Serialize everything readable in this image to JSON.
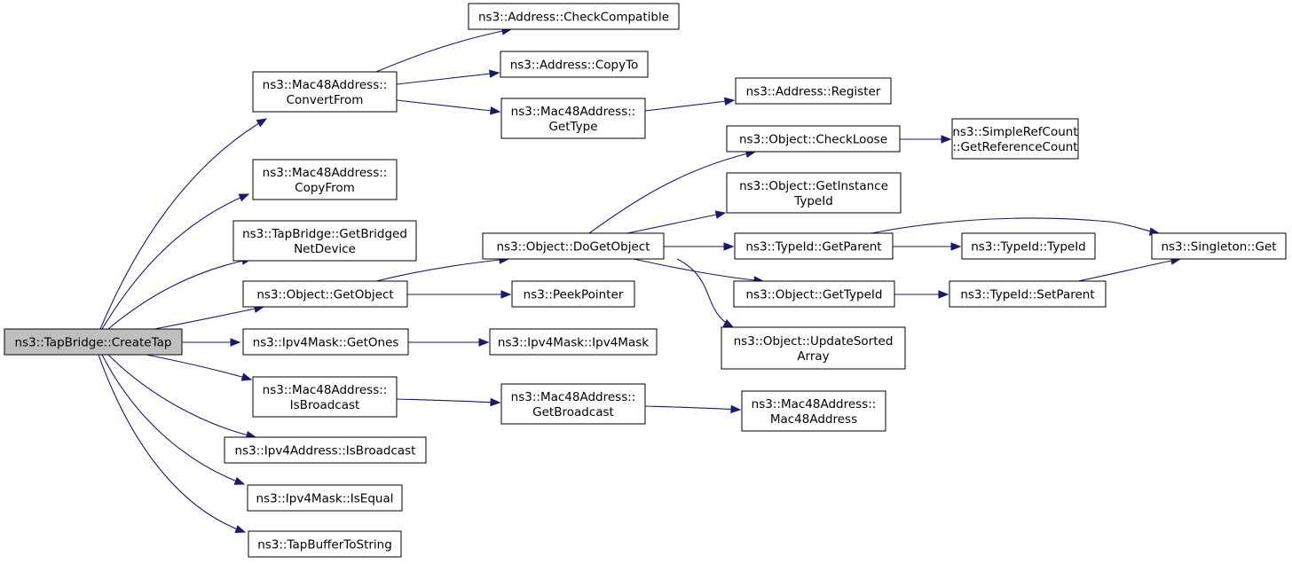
{
  "graph": {
    "nodes": [
      {
        "id": "createtap",
        "lines": [
          "ns3::TapBridge::CreateTap"
        ],
        "root": true
      },
      {
        "id": "convertfrom",
        "lines": [
          "ns3::Mac48Address::",
          "ConvertFrom"
        ]
      },
      {
        "id": "copyfrom",
        "lines": [
          "ns3::Mac48Address::",
          "CopyFrom"
        ]
      },
      {
        "id": "getbridged",
        "lines": [
          "ns3::TapBridge::GetBridged",
          "NetDevice"
        ]
      },
      {
        "id": "getobject",
        "lines": [
          "ns3::Object::GetObject"
        ]
      },
      {
        "id": "getones",
        "lines": [
          "ns3::Ipv4Mask::GetOnes"
        ]
      },
      {
        "id": "isbroadcast_mac",
        "lines": [
          "ns3::Mac48Address::",
          "IsBroadcast"
        ]
      },
      {
        "id": "isbroadcast_ipv4",
        "lines": [
          "ns3::Ipv4Address::IsBroadcast"
        ]
      },
      {
        "id": "isequal",
        "lines": [
          "ns3::Ipv4Mask::IsEqual"
        ]
      },
      {
        "id": "tapbuffer",
        "lines": [
          "ns3::TapBufferToString"
        ]
      },
      {
        "id": "checkcompat",
        "lines": [
          "ns3::Address::CheckCompatible"
        ]
      },
      {
        "id": "copyto",
        "lines": [
          "ns3::Address::CopyTo"
        ]
      },
      {
        "id": "gettype",
        "lines": [
          "ns3::Mac48Address::",
          "GetType"
        ]
      },
      {
        "id": "register",
        "lines": [
          "ns3::Address::Register"
        ]
      },
      {
        "id": "dogetobject",
        "lines": [
          "ns3::Object::DoGetObject"
        ]
      },
      {
        "id": "peekpointer",
        "lines": [
          "ns3::PeekPointer"
        ]
      },
      {
        "id": "ipv4mask",
        "lines": [
          "ns3::Ipv4Mask::Ipv4Mask"
        ]
      },
      {
        "id": "getbroadcast",
        "lines": [
          "ns3::Mac48Address::",
          "GetBroadcast"
        ]
      },
      {
        "id": "mac48ctor",
        "lines": [
          "ns3::Mac48Address::",
          "Mac48Address"
        ]
      },
      {
        "id": "checkloose",
        "lines": [
          "ns3::Object::CheckLoose"
        ]
      },
      {
        "id": "getinstance",
        "lines": [
          "ns3::Object::GetInstance",
          "TypeId"
        ]
      },
      {
        "id": "getparent",
        "lines": [
          "ns3::TypeId::GetParent"
        ]
      },
      {
        "id": "gettypeid",
        "lines": [
          "ns3::Object::GetTypeId"
        ]
      },
      {
        "id": "updatesorted",
        "lines": [
          "ns3::Object::UpdateSorted",
          "Array"
        ]
      },
      {
        "id": "getrefcount",
        "lines": [
          "ns3::SimpleRefCount",
          "::GetReferenceCount"
        ]
      },
      {
        "id": "typeidctor",
        "lines": [
          "ns3::TypeId::TypeId"
        ]
      },
      {
        "id": "setparent",
        "lines": [
          "ns3::TypeId::SetParent"
        ]
      },
      {
        "id": "singleton",
        "lines": [
          "ns3::Singleton::Get"
        ]
      }
    ],
    "edges": [
      [
        "createtap",
        "convertfrom"
      ],
      [
        "createtap",
        "copyfrom"
      ],
      [
        "createtap",
        "getbridged"
      ],
      [
        "createtap",
        "getobject"
      ],
      [
        "createtap",
        "getones"
      ],
      [
        "createtap",
        "isbroadcast_mac"
      ],
      [
        "createtap",
        "isbroadcast_ipv4"
      ],
      [
        "createtap",
        "isequal"
      ],
      [
        "createtap",
        "tapbuffer"
      ],
      [
        "convertfrom",
        "checkcompat"
      ],
      [
        "convertfrom",
        "copyto"
      ],
      [
        "convertfrom",
        "gettype"
      ],
      [
        "gettype",
        "register"
      ],
      [
        "getobject",
        "dogetobject"
      ],
      [
        "getobject",
        "peekpointer"
      ],
      [
        "getones",
        "ipv4mask"
      ],
      [
        "isbroadcast_mac",
        "getbroadcast"
      ],
      [
        "getbroadcast",
        "mac48ctor"
      ],
      [
        "dogetobject",
        "checkloose"
      ],
      [
        "dogetobject",
        "getinstance"
      ],
      [
        "dogetobject",
        "getparent"
      ],
      [
        "dogetobject",
        "gettypeid"
      ],
      [
        "dogetobject",
        "updatesorted"
      ],
      [
        "checkloose",
        "getrefcount"
      ],
      [
        "getparent",
        "typeidctor"
      ],
      [
        "getparent",
        "singleton"
      ],
      [
        "gettypeid",
        "setparent"
      ],
      [
        "setparent",
        "singleton"
      ]
    ]
  }
}
